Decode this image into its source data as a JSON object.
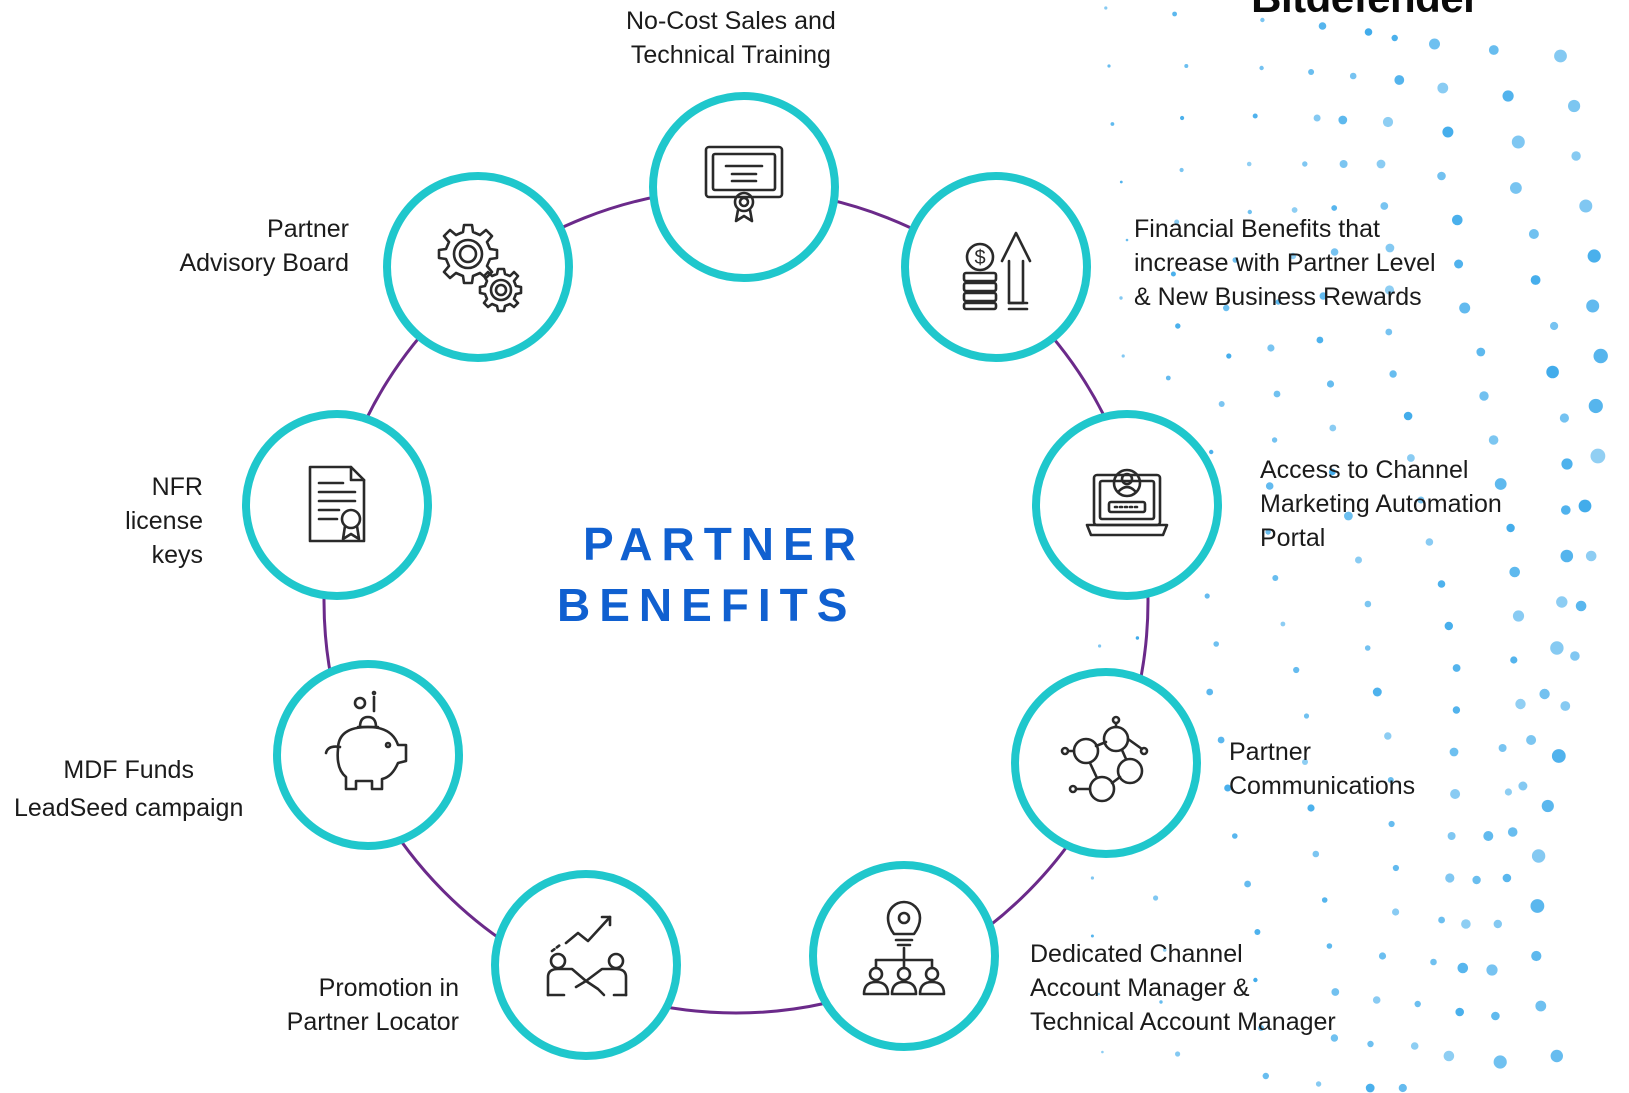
{
  "logo": {
    "text": "Bitdefender"
  },
  "center": {
    "line1": "PARTNER",
    "line2": "BENEFITS"
  },
  "colors": {
    "ring": "#6b2a8a",
    "circle_border": "#1fc7cc",
    "title": "#1060d0",
    "dots": "#36a7ea"
  },
  "benefits": [
    {
      "id": "training",
      "icon": "certificate-icon",
      "lines": [
        "No-Cost Sales and",
        "Technical Training"
      ]
    },
    {
      "id": "financial",
      "icon": "coins-arrow-icon",
      "lines": [
        "Financial Benefits that",
        "increase with Partner Level",
        "& New Business Rewards"
      ]
    },
    {
      "id": "portal",
      "icon": "laptop-user-icon",
      "lines": [
        "Access to Channel",
        "Marketing Automation",
        "Portal"
      ]
    },
    {
      "id": "communications",
      "icon": "network-people-icon",
      "lines": [
        "Partner",
        "Communications"
      ]
    },
    {
      "id": "account-manager",
      "icon": "lightbulb-team-icon",
      "lines": [
        "Dedicated Channel",
        "Account Manager &",
        "Technical Account Manager"
      ]
    },
    {
      "id": "locator",
      "icon": "handshake-growth-icon",
      "lines": [
        "Promotion in",
        "Partner Locator"
      ]
    },
    {
      "id": "mdf",
      "icon": "piggy-bank-icon",
      "lines": [
        "MDF Funds",
        "LeadSeed campaign"
      ]
    },
    {
      "id": "nfr",
      "icon": "license-document-icon",
      "lines": [
        "NFR",
        "license",
        "keys"
      ]
    },
    {
      "id": "advisory",
      "icon": "gears-icon",
      "lines": [
        "Partner",
        "Advisory Board"
      ]
    }
  ]
}
